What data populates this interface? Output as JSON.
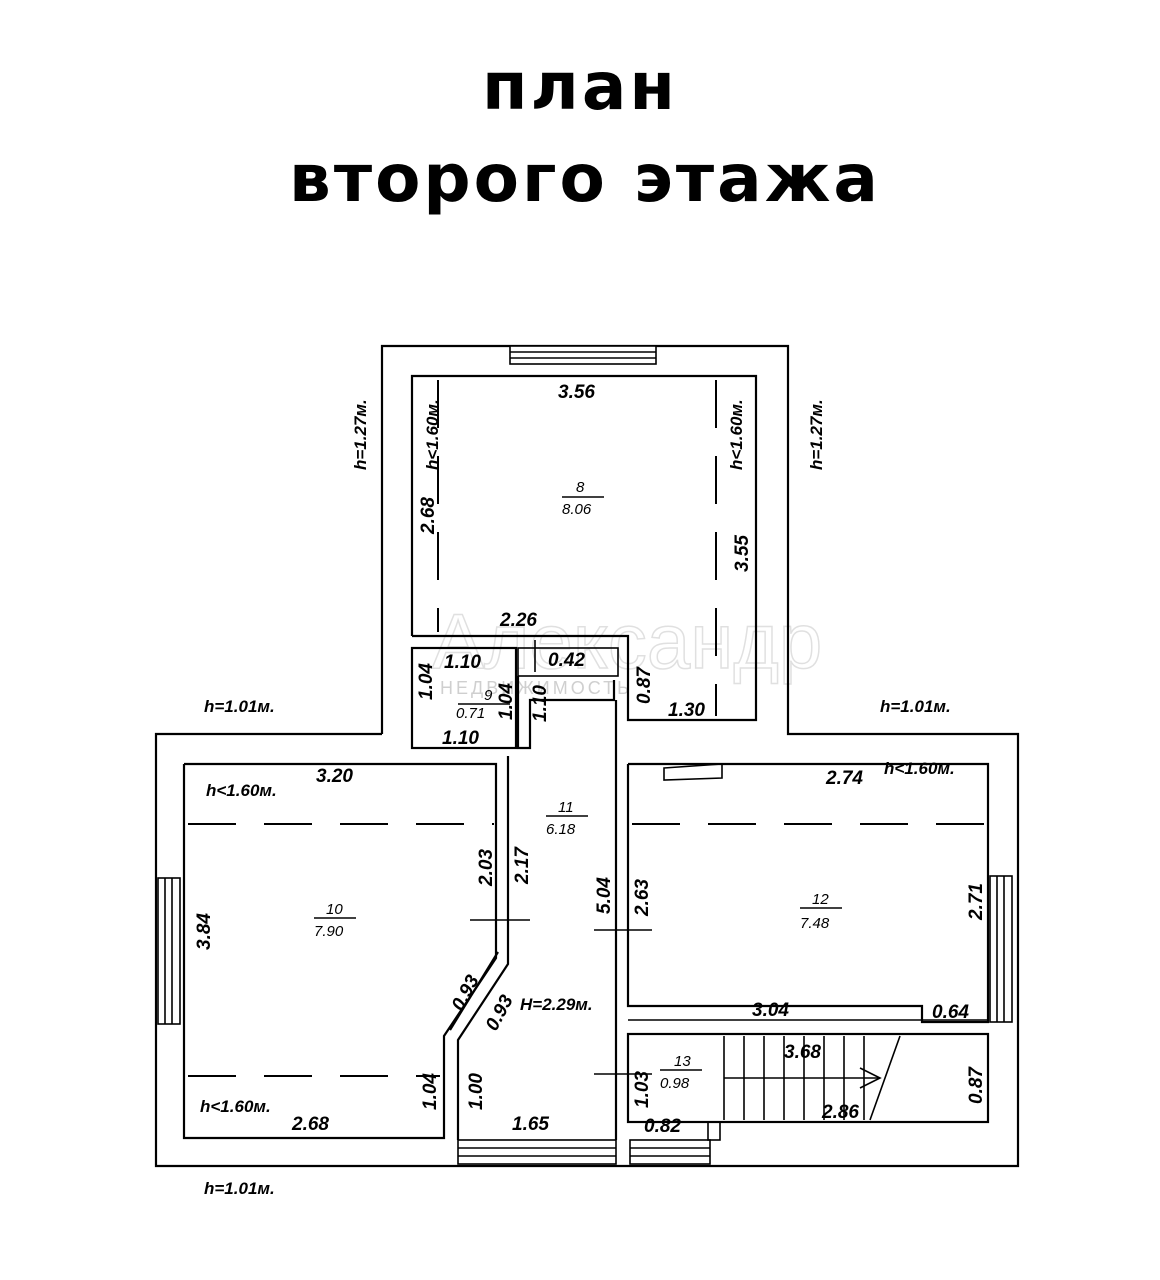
{
  "title": {
    "line1": "план",
    "line2": "второго этажа"
  },
  "watermark": {
    "main": "Александр",
    "sub": "НЕДВИЖИМОСТЬ"
  },
  "heights": {
    "top_left": "h=1.27м.",
    "top_right": "h=1.27м.",
    "mid_left": "h=1.01м.",
    "mid_right": "h=1.01м.",
    "bottom_left": "h=1.01м.",
    "r8_left": "h<1.60м.",
    "r8_right": "h<1.60м.",
    "r10_top": "h<1.60м.",
    "r10_bottom": "h<1.60м.",
    "r12_top": "h<1.60м.",
    "hall": "H=2.29м."
  },
  "rooms": [
    {
      "num": "8",
      "area": "8.06"
    },
    {
      "num": "9",
      "area": "0.71"
    },
    {
      "num": "10",
      "area": "7.90"
    },
    {
      "num": "11",
      "area": "6.18"
    },
    {
      "num": "12",
      "area": "7.48"
    },
    {
      "num": "13",
      "area": "0.98"
    }
  ],
  "dims": {
    "d356": "3.56",
    "d268a": "2.68",
    "d355": "3.55",
    "d226": "2.26",
    "d042": "0.42",
    "d087a": "0.87",
    "d130": "1.30",
    "d110a": "1.10",
    "d104a": "1.04",
    "d104b": "1.04",
    "d110c": "1.10",
    "d110b": "1.10",
    "d320": "3.20",
    "d203": "2.03",
    "d217": "2.17",
    "d384": "3.84",
    "d093a": "0.93",
    "d093b": "0.93",
    "d104c": "1.04",
    "d268b": "2.68",
    "d100": "1.00",
    "d165": "1.65",
    "d504": "5.04",
    "d263": "2.63",
    "d274": "2.74",
    "d271": "2.71",
    "d304": "3.04",
    "d064": "0.64",
    "d103": "1.03",
    "d082": "0.82",
    "d368": "3.68",
    "d286": "2.86",
    "d087b": "0.87"
  }
}
